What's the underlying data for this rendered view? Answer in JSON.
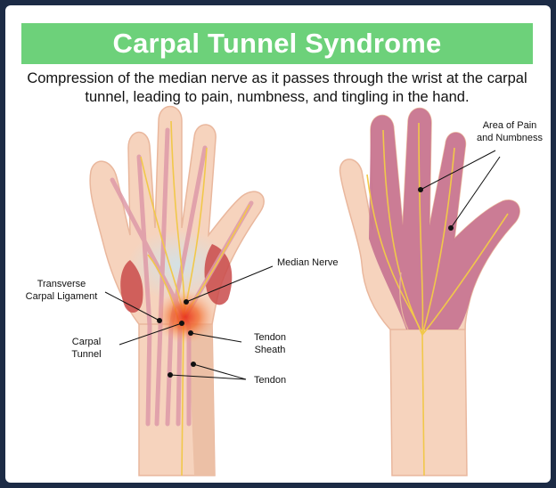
{
  "title": "Carpal Tunnel Syndrome",
  "subtitle_line1": "Compression of the median nerve as it passes through the wrist at the carpal",
  "subtitle_line2": "tunnel, leading to pain, numbness, and tingling in the hand.",
  "labels": {
    "median_nerve": "Median Nerve",
    "transverse_line1": "Transverse",
    "transverse_line2": "Carpal Ligament",
    "carpal_line1": "Carpal",
    "carpal_line2": "Tunnel",
    "sheath_line1": "Tendon",
    "sheath_line2": "Sheath",
    "tendon": "Tendon",
    "pain_line1": "Area of Pain",
    "pain_line2": "and Numbness"
  },
  "colors": {
    "banner": "#6dd17a",
    "skin": "#f6d3bd",
    "skin_shadow": "#e9b79d",
    "tendon": "#de9aa8",
    "nerve": "#f1c84a",
    "muscle": "#c94a4a",
    "pain_area": "#c5708f",
    "inflammation": "#f05a28"
  }
}
